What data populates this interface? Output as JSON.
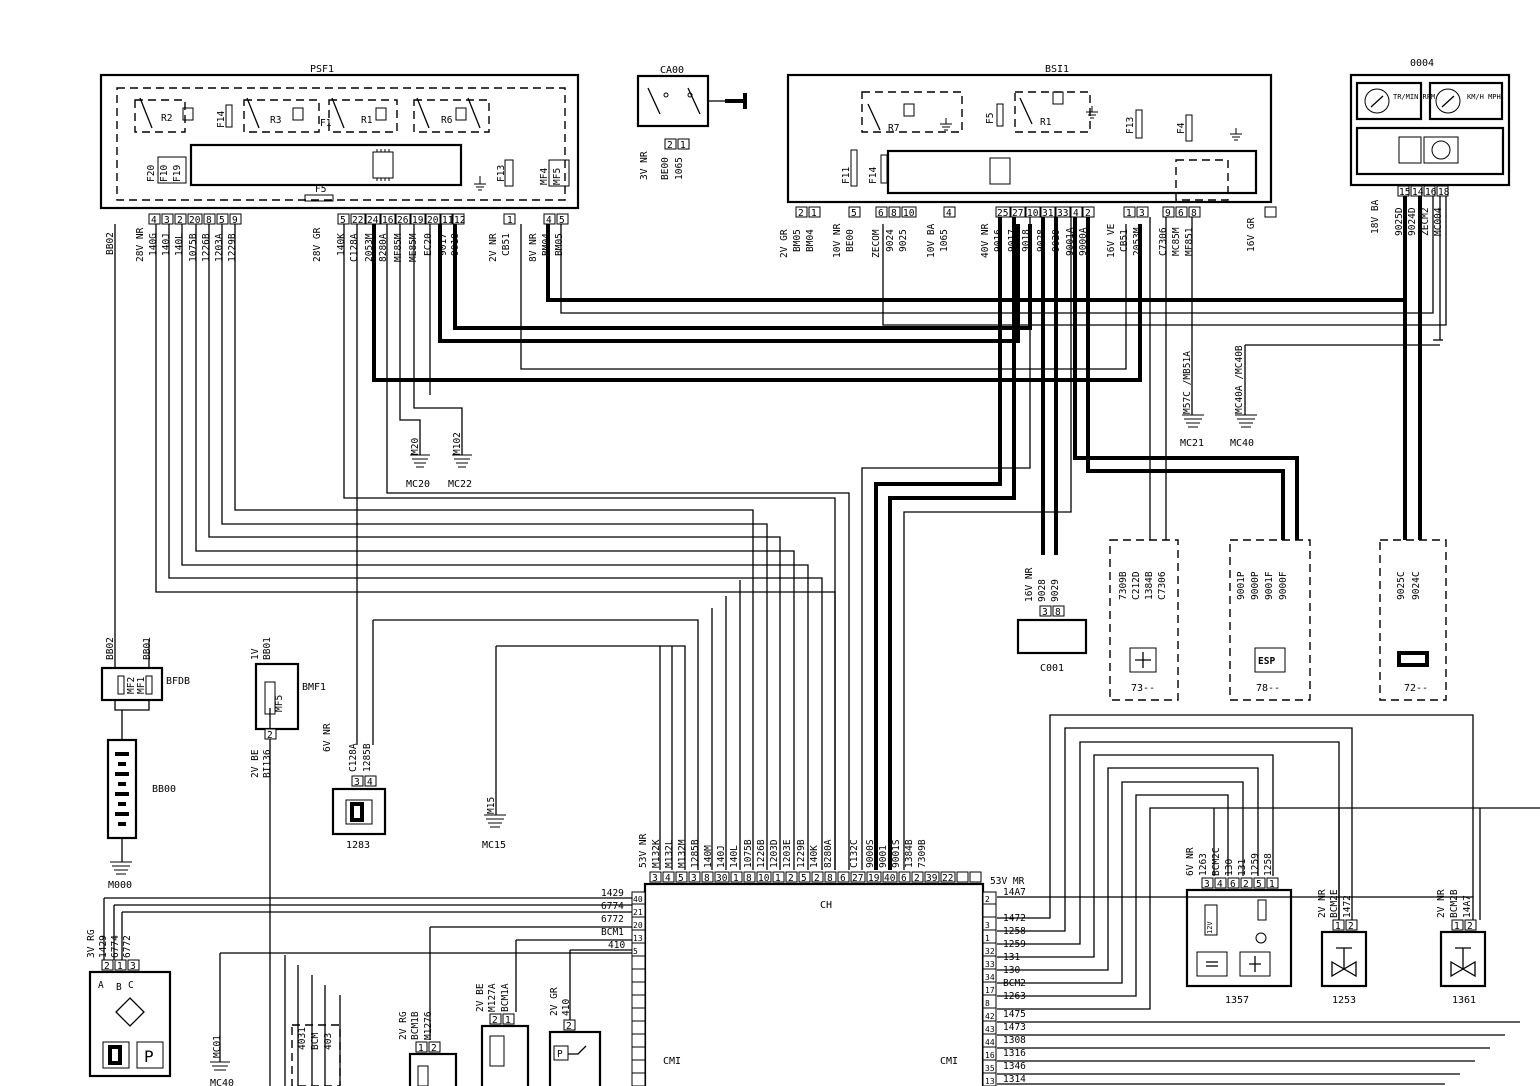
{
  "components": {
    "psf1": {
      "name": "PSF1",
      "relays": [
        "R2",
        "R3",
        "R1",
        "R6"
      ],
      "fuses_top": [
        "F14",
        "F1"
      ],
      "fuses_side": [
        "F20",
        "F10",
        "F19"
      ],
      "fuse_f13": "F13",
      "fuse_f5": "F5",
      "fuse_mf": [
        "MF4",
        "MF5"
      ],
      "pins": [
        "4",
        "3",
        "2",
        "20",
        "8",
        "5",
        "9",
        "5",
        "22",
        "24",
        "16",
        "26",
        "19",
        "20",
        "11",
        "12",
        "1",
        "4",
        "5"
      ],
      "wires": [
        {
          "text": "BB02"
        },
        {
          "text": "28V NR"
        },
        {
          "text": "140G"
        },
        {
          "text": "140J"
        },
        {
          "text": "140L"
        },
        {
          "text": "1075B"
        },
        {
          "text": "1226B"
        },
        {
          "text": "1203A"
        },
        {
          "text": "1229B"
        },
        {
          "text": "28V GR"
        },
        {
          "text": "140K"
        },
        {
          "text": "C128A"
        },
        {
          "text": "2053M"
        },
        {
          "text": "8280A"
        },
        {
          "text": "MF85M"
        },
        {
          "text": "ME85M"
        },
        {
          "text": "EC20"
        },
        {
          "text": "9017"
        },
        {
          "text": "9018"
        },
        {
          "text": "2V NR"
        },
        {
          "text": "CB51"
        },
        {
          "text": "8V NR"
        },
        {
          "text": "BM04"
        },
        {
          "text": "BM05"
        }
      ]
    },
    "ca00": {
      "name": "CA00",
      "pins": [
        "2",
        "1"
      ],
      "wires": [
        {
          "text": "3V NR"
        },
        {
          "text": "BE00"
        },
        {
          "text": "1065"
        }
      ]
    },
    "bsi1": {
      "name": "BSI1",
      "relays": [
        "R7",
        "R1"
      ],
      "fuses": [
        "F5",
        "F11",
        "F14",
        "F13",
        "F4"
      ],
      "pins": [
        "2",
        "1",
        "5",
        "6",
        "8",
        "10",
        "4",
        "25",
        "27",
        "10",
        "31",
        "33",
        "4",
        "2",
        "1",
        "3",
        "9",
        "6",
        "8"
      ],
      "wires": [
        {
          "text": "2V GR"
        },
        {
          "text": "BM05"
        },
        {
          "text": "BM04"
        },
        {
          "text": "10V NR"
        },
        {
          "text": "BE00"
        },
        {
          "text": "ZECOM"
        },
        {
          "text": "9024"
        },
        {
          "text": "9025"
        },
        {
          "text": "10V BA"
        },
        {
          "text": "1065"
        },
        {
          "text": "40V NR"
        },
        {
          "text": "9016"
        },
        {
          "text": "9017"
        },
        {
          "text": "9018"
        },
        {
          "text": "9028"
        },
        {
          "text": "9029"
        },
        {
          "text": "9001A"
        },
        {
          "text": "9000A"
        },
        {
          "text": "16V VE"
        },
        {
          "text": "CB51"
        },
        {
          "text": "2053M"
        },
        {
          "text": "C7306"
        },
        {
          "text": "MC85M"
        },
        {
          "text": "MF851"
        },
        {
          "text": "16V GR"
        }
      ]
    },
    "c0004": {
      "name": "0004",
      "gauges": [
        "TR/MIN RPM",
        "KM/H MPH"
      ],
      "pins": [
        "15",
        "14",
        "16",
        "18"
      ],
      "wires": [
        {
          "text": "18V BA"
        },
        {
          "text": "9025D"
        },
        {
          "text": "9024D"
        },
        {
          "text": "ZECM2"
        },
        {
          "text": "MC004"
        }
      ]
    },
    "grounds": [
      {
        "name": "MC20",
        "wire": "M20"
      },
      {
        "name": "MC22",
        "wire": "M102"
      },
      {
        "name": "MC21",
        "wire": "M57C /MB51A"
      },
      {
        "name": "MC40",
        "wire": "MC40A /MC40B"
      },
      {
        "name": "MC15",
        "wire": "M15"
      },
      {
        "name": "M000"
      },
      {
        "name": "MC40",
        "wire": "MC01"
      }
    ],
    "c001": {
      "name": "C001",
      "pins": [
        "3",
        "8"
      ],
      "wires": [
        {
          "text": "16V NR"
        },
        {
          "text": "9028"
        },
        {
          "text": "9029"
        }
      ]
    },
    "m73": {
      "name": "73--",
      "wires": [
        {
          "text": "7309B"
        },
        {
          "text": "C212D"
        },
        {
          "text": "1384B"
        },
        {
          "text": "C7306"
        }
      ]
    },
    "m78": {
      "name": "78--",
      "icon": "ESP",
      "wires": [
        {
          "text": "9001P"
        },
        {
          "text": "9000P"
        },
        {
          "text": "9001F"
        },
        {
          "text": "9000F"
        }
      ]
    },
    "m72": {
      "name": "72--",
      "wires": [
        {
          "text": "9025C"
        },
        {
          "text": "9024C"
        }
      ]
    },
    "bfdb": {
      "name": "BFDB",
      "label_a": "BB02",
      "label_b": "BB01",
      "fuses": [
        "MF2",
        "MF1"
      ]
    },
    "bb00": {
      "name": "BB00"
    },
    "bmf1": {
      "name": "BMF1",
      "fuse": "MF5",
      "pin": "2",
      "wires": [
        {
          "text": "1V"
        },
        {
          "text": "BB01"
        },
        {
          "text": "2V BE"
        },
        {
          "text": "BI136"
        }
      ]
    },
    "c1283": {
      "name": "1283",
      "pins": [
        "3",
        "4"
      ],
      "wires": [
        {
          "text": "6V NR"
        },
        {
          "text": "C128A"
        },
        {
          "text": "1285B"
        }
      ]
    },
    "ch": {
      "name": "CH",
      "sub_left": "CMI",
      "sub_right": "CMI",
      "top_pins": [
        "3",
        "4",
        "5",
        "3",
        "8",
        "30",
        "1",
        "8",
        "10",
        "1",
        "2",
        "5",
        "2",
        "8",
        "6",
        "27",
        "19",
        "40",
        "6",
        "2",
        "39",
        "22"
      ],
      "top_wires": [
        {
          "text": "53V NR"
        },
        {
          "text": "M132K"
        },
        {
          "text": "M132L"
        },
        {
          "text": "M132M"
        },
        {
          "text": "1285B"
        },
        {
          "text": "140M"
        },
        {
          "text": "140J"
        },
        {
          "text": "140L"
        },
        {
          "text": "1075B"
        },
        {
          "text": "1226B"
        },
        {
          "text": "1203D"
        },
        {
          "text": "1203E"
        },
        {
          "text": "1229B"
        },
        {
          "text": "140K"
        },
        {
          "text": "8280A"
        },
        {
          "text": "C132C"
        },
        {
          "text": "9000S"
        },
        {
          "text": "9001"
        },
        {
          "text": "9001S"
        },
        {
          "text": "1384B"
        },
        {
          "text": "7309B"
        }
      ],
      "left_rows": [
        {
          "wire": "1429",
          "pin": "40"
        },
        {
          "wire": "6774",
          "pin": "21"
        },
        {
          "wire": "6772",
          "pin": "20"
        },
        {
          "wire": "BCM1",
          "pin": "13"
        },
        {
          "wire": "410",
          "pin": "5"
        }
      ],
      "right_top": {
        "header": "53V MR",
        "wire": "14A7",
        "pin": "2"
      },
      "right_rows": [
        {
          "wire": "1472",
          "pin": "3"
        },
        {
          "wire": "1258",
          "pin": "1"
        },
        {
          "wire": "1259",
          "pin": "32"
        },
        {
          "wire": "131",
          "pin": "33"
        },
        {
          "wire": "130",
          "pin": "34"
        },
        {
          "wire": "BCM2",
          "pin": "17"
        },
        {
          "wire": "1263",
          "pin": "8"
        },
        {
          "wire": "1475",
          "pin": "42"
        },
        {
          "wire": "1473",
          "pin": "43"
        },
        {
          "wire": "1308",
          "pin": "44"
        },
        {
          "wire": "1316",
          "pin": "16"
        },
        {
          "wire": "1346",
          "pin": "35"
        },
        {
          "wire": "1314",
          "pin": "13"
        }
      ]
    },
    "c1357": {
      "name": "1357",
      "pins": [
        "3",
        "4",
        "6",
        "2",
        "5",
        "1"
      ],
      "wires": [
        {
          "text": "6V NR"
        },
        {
          "text": "1263"
        },
        {
          "text": "BCM2C"
        },
        {
          "text": "130"
        },
        {
          "text": "131"
        },
        {
          "text": "1259"
        },
        {
          "text": "1258"
        }
      ],
      "label_12v": "12V"
    },
    "c1253": {
      "name": "1253",
      "pins": [
        "1",
        "2"
      ],
      "wires": [
        {
          "text": "2V NR"
        },
        {
          "text": "BCM2E"
        },
        {
          "text": "1472"
        }
      ]
    },
    "c1361": {
      "name": "1361",
      "pins": [
        "1",
        "2"
      ],
      "wires": [
        {
          "text": "2V NR"
        },
        {
          "text": "BCM2B"
        },
        {
          "text": "14A7"
        }
      ]
    },
    "c1781": {
      "pins": [
        "2",
        "1",
        "3"
      ],
      "letters": [
        "A",
        "B",
        "C"
      ],
      "wires": [
        {
          "text": "3V RG"
        },
        {
          "text": "1429"
        },
        {
          "text": "6774"
        },
        {
          "text": "6772"
        }
      ],
      "icon_p": "P"
    },
    "bottom": {
      "mc01": "MC01",
      "c403": {
        "wires": [
          {
            "text": "4031"
          },
          {
            "text": "BCM"
          },
          {
            "text": "403"
          }
        ]
      },
      "bcm1b": {
        "pins": [
          "1",
          "2"
        ],
        "wires": [
          {
            "text": "2V RG"
          },
          {
            "text": "BCM1B"
          },
          {
            "text": "M1276"
          }
        ]
      },
      "bcm1a": {
        "pins": [
          "2",
          "1"
        ],
        "wires": [
          {
            "text": "2V BE"
          },
          {
            "text": "M127A"
          },
          {
            "text": "BCM1A"
          }
        ]
      },
      "c410": {
        "pin": "2",
        "wires": [
          {
            "text": "2V GR"
          },
          {
            "text": "410"
          }
        ],
        "icon": "P"
      }
    }
  }
}
